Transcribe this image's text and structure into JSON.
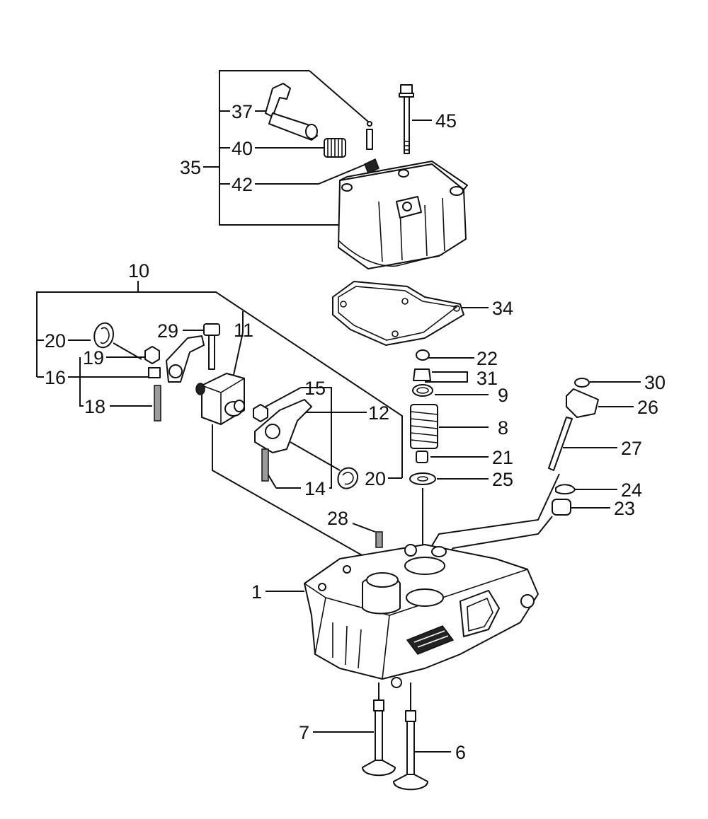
{
  "diagram": {
    "callouts": {
      "c1": "1",
      "c6": "6",
      "c7": "7",
      "c8": "8",
      "c9": "9",
      "c10": "10",
      "c11": "11",
      "c12": "12",
      "c14": "14",
      "c15": "15",
      "c16": "16",
      "c18": "18",
      "c19": "19",
      "c20a": "20",
      "c20b": "20",
      "c21": "21",
      "c22": "22",
      "c23": "23",
      "c24": "24",
      "c25": "25",
      "c26": "26",
      "c27": "27",
      "c28": "28",
      "c29": "29",
      "c30": "30",
      "c31": "31",
      "c34": "34",
      "c35": "35",
      "c37": "37",
      "c40": "40",
      "c42": "42",
      "c45": "45"
    }
  }
}
